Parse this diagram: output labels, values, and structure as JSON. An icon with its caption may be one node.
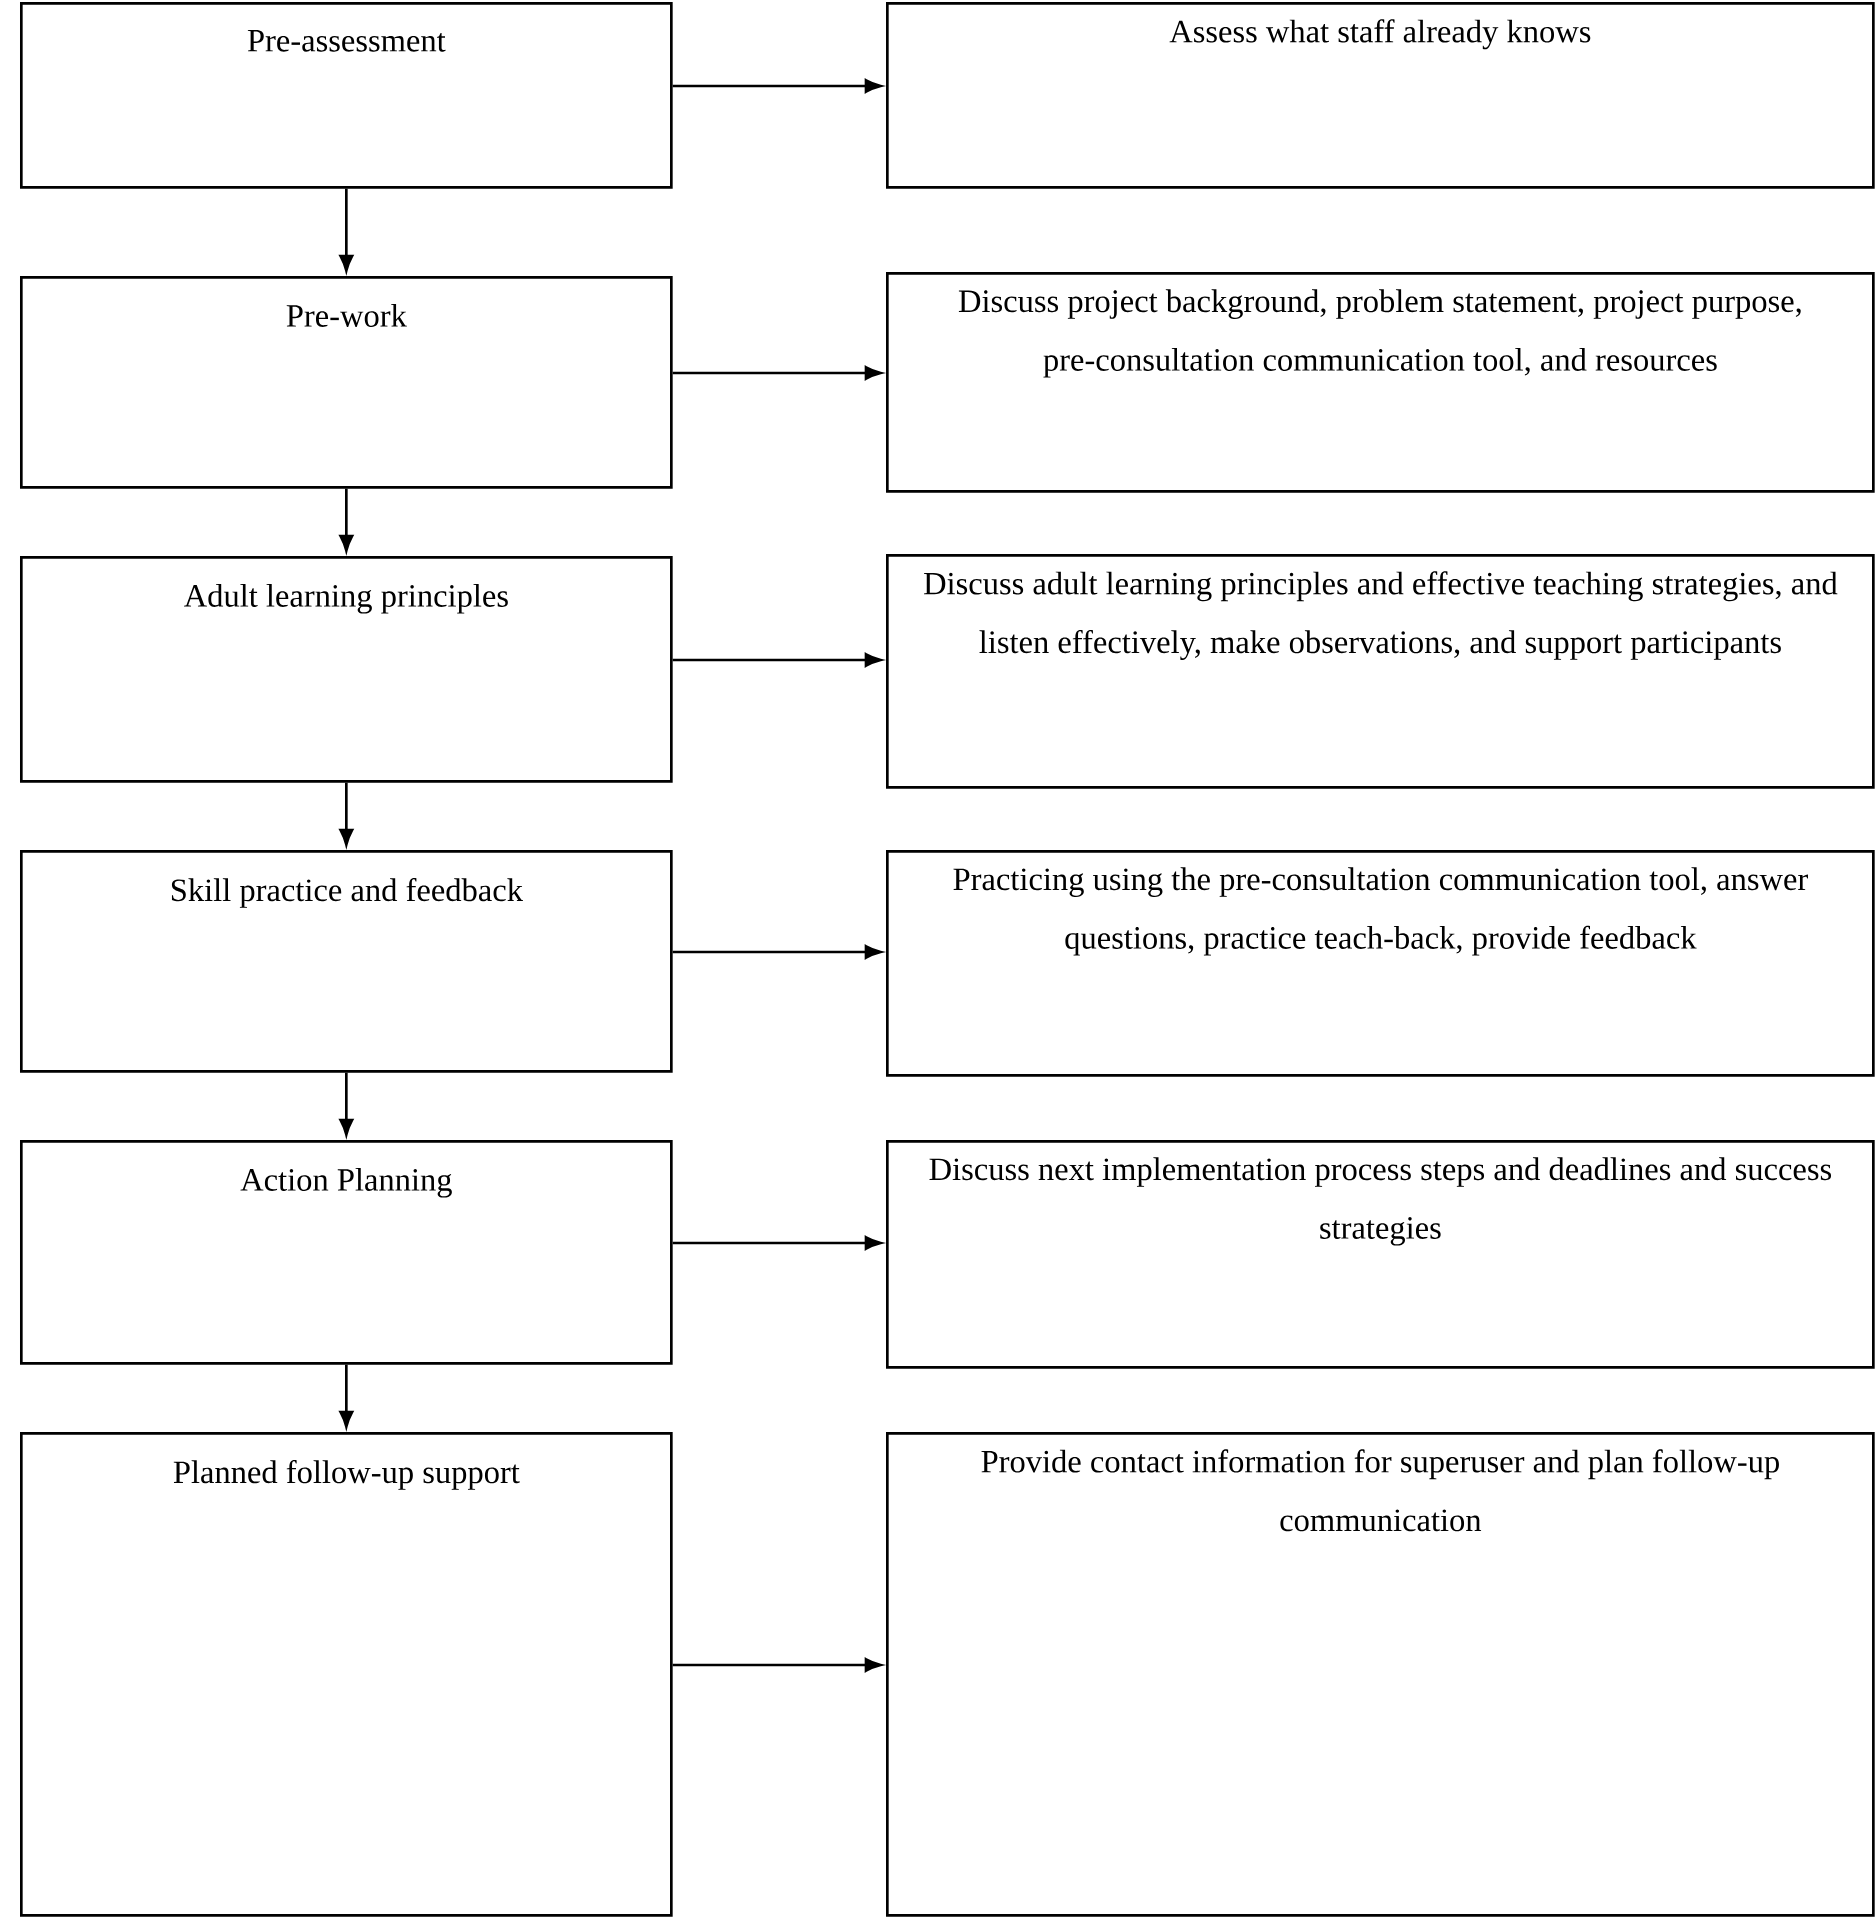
{
  "diagram": {
    "nodes": [
      {
        "text": [
          "Pre-assessment"
        ]
      },
      {
        "text": [
          "Assess what staff already knows"
        ]
      },
      {
        "text": [
          "Pre-work"
        ]
      },
      {
        "text": [
          "Discuss project background, problem statement, project purpose, pre-consultation communication tool, and resources"
        ]
      },
      {
        "text": [
          "Adult learning principles"
        ]
      },
      {
        "text": [
          "Discuss adult learning principles and effective teaching strategies, and listen effectively, make observations, and support participants"
        ]
      },
      {
        "text": [
          "Skill practice and feedback"
        ]
      },
      {
        "text": [
          "Practicing using the pre-consultation communication tool, answer questions, practice teach-back, provide feedback"
        ]
      },
      {
        "text": [
          "Action Planning"
        ]
      },
      {
        "text": [
          "Discuss next implementation process steps and deadlines and success strategies"
        ]
      },
      {
        "text": [
          "Planned follow-up support"
        ]
      },
      {
        "text": [
          "Provide contact information for superuser and plan follow-up communication"
        ]
      }
    ],
    "edges": [
      {
        "from": 0,
        "to": 1,
        "arrow": "to"
      },
      {
        "from": 0,
        "to": 2,
        "arrow": "to"
      },
      {
        "from": 2,
        "to": 3,
        "arrow": "to"
      },
      {
        "from": 2,
        "to": 4,
        "arrow": "to"
      },
      {
        "from": 4,
        "to": 5,
        "arrow": "to"
      },
      {
        "from": 4,
        "to": 6,
        "arrow": "to"
      },
      {
        "from": 6,
        "to": 7,
        "arrow": "to"
      },
      {
        "from": 6,
        "to": 8,
        "arrow": "to"
      },
      {
        "from": 8,
        "to": 9,
        "arrow": "to"
      },
      {
        "from": 8,
        "to": 10,
        "arrow": "to"
      },
      {
        "from": 10,
        "to": 11,
        "arrow": "to"
      }
    ]
  }
}
